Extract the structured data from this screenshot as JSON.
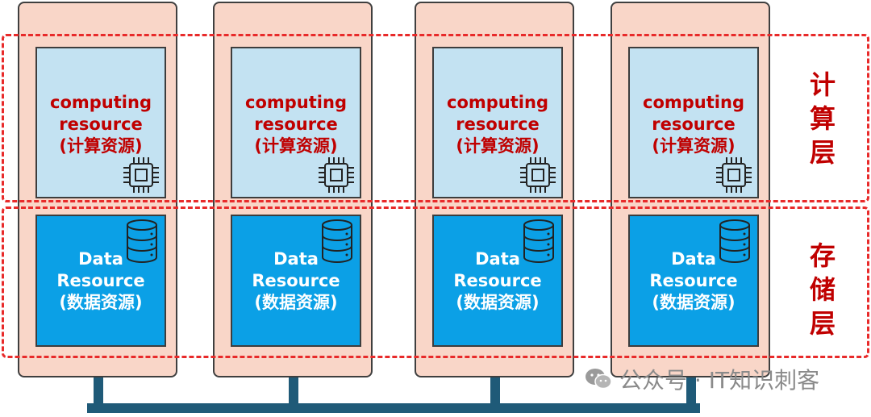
{
  "nodes": [
    {
      "compute_lines": [
        "computing",
        "resource",
        "(计算资源)"
      ],
      "data_lines": [
        "Data",
        "Resource",
        "(数据资源)"
      ]
    },
    {
      "compute_lines": [
        "computing",
        "resource",
        "(计算资源)"
      ],
      "data_lines": [
        "Data",
        "Resource",
        "(数据资源)"
      ]
    },
    {
      "compute_lines": [
        "computing",
        "resource",
        "(计算资源)"
      ],
      "data_lines": [
        "Data",
        "Resource",
        "(数据资源)"
      ]
    },
    {
      "compute_lines": [
        "computing",
        "resource",
        "(计算资源)"
      ],
      "data_lines": [
        "Data",
        "Resource",
        "(数据资源)"
      ]
    }
  ],
  "layers": {
    "compute": {
      "chars": [
        "计",
        "算",
        "层"
      ]
    },
    "storage": {
      "chars": [
        "存",
        "储",
        "层"
      ]
    }
  },
  "watermark": "公众号 · IT知识刺客",
  "colors": {
    "node_bg": "#f9d6c8",
    "compute_bg": "#c3e2f2",
    "data_bg": "#0ba0e6",
    "label_red": "#c00000",
    "dash_red": "#e82a2a",
    "bus": "#1f5a78"
  },
  "icons": {
    "compute": "cpu-chip-icon",
    "data": "database-icon",
    "watermark": "wechat-icon"
  }
}
